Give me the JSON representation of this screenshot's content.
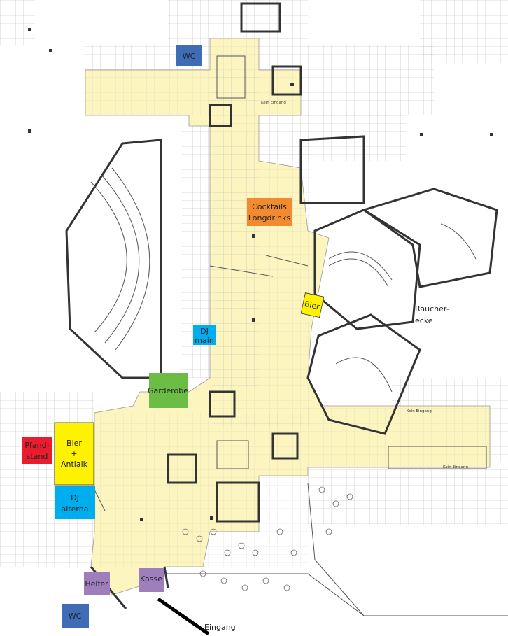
{
  "map": {
    "colors": {
      "event_area": "#fcf5bf",
      "wc": "#3f6db5",
      "cocktails": "#f28b30",
      "bier": "#fff200",
      "dj": "#00aeef",
      "garderobe": "#6cbd45",
      "pfandstand": "#e91d2d",
      "staff": "#9e7fbb"
    },
    "labels": {
      "wc_top": "WC",
      "cocktails_line1": "Cocktails",
      "cocktails_line2": "Longdrinks",
      "bier_right": "Bier",
      "raucherecke_line1": "Raucher-",
      "raucherecke_line2": "ecke",
      "dj_main_line1": "DJ",
      "dj_main_line2": "main",
      "garderobe": "Garderobe",
      "pfandstand_line1": "Pfand-",
      "pfandstand_line2": "stand",
      "bier_antialk_line1": "Bier",
      "bier_antialk_line2": "+",
      "bier_antialk_line3": "Antialk",
      "dj_alterna_line1": "DJ",
      "dj_alterna_line2": "alterna",
      "helfer": "Helfer",
      "kasse": "Kasse",
      "wc_bottom": "WC",
      "eingang": "Eingang",
      "kein_eingang_top": "Kein Eingang",
      "kein_eingang_right_upper": "Kein Eingang",
      "kein_eingang_right_lower": "Kein Eingang"
    }
  }
}
